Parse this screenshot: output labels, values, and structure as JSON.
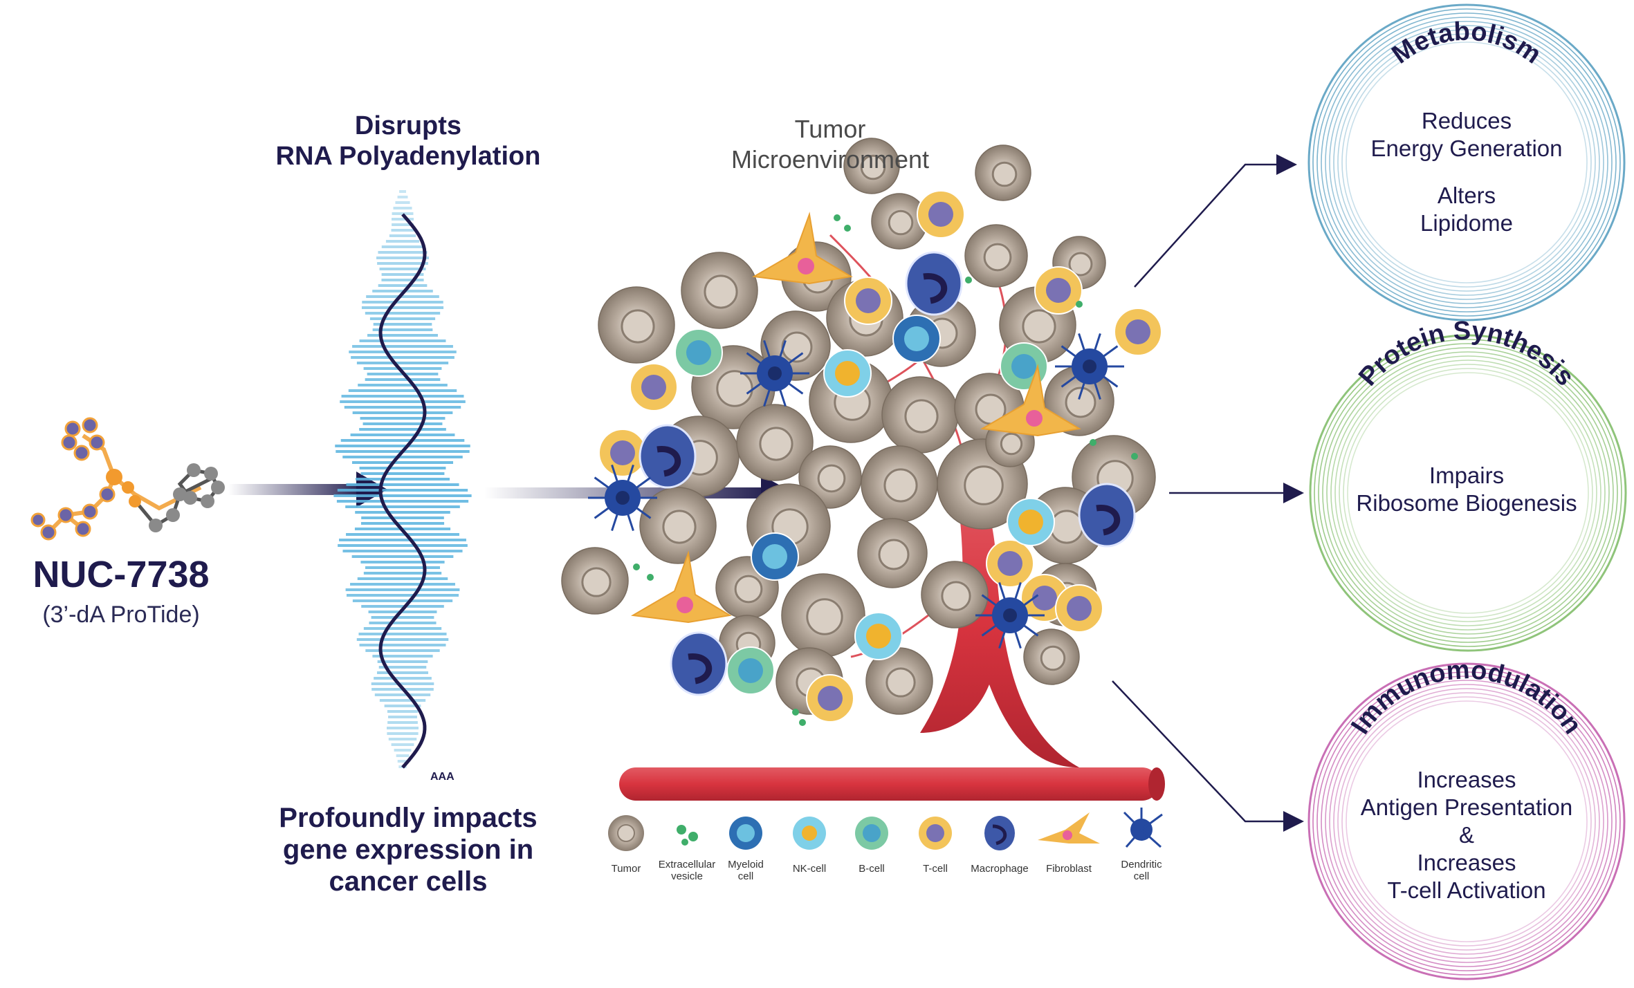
{
  "drug": {
    "name": "NUC-7738",
    "subtitle": "(3’-dA ProTide)"
  },
  "rna": {
    "title_line1": "Disrupts",
    "title_line2": "RNA Polyadenylation",
    "tail_label": "AAA"
  },
  "impact": {
    "line1": "Profoundly impacts",
    "line2": "gene expression in",
    "line3": "cancer cells"
  },
  "tme": {
    "title_line1": "Tumor",
    "title_line2": "Microenvironment"
  },
  "legend": [
    {
      "label1": "Tumor",
      "label2": ""
    },
    {
      "label1": "Extracellular",
      "label2": "vesicle"
    },
    {
      "label1": "Myeloid",
      "label2": "cell"
    },
    {
      "label1": "NK-cell",
      "label2": ""
    },
    {
      "label1": "B-cell",
      "label2": ""
    },
    {
      "label1": "T-cell",
      "label2": ""
    },
    {
      "label1": "Macrophage",
      "label2": ""
    },
    {
      "label1": "Fibroblast",
      "label2": ""
    },
    {
      "label1": "Dendritic",
      "label2": "cell"
    }
  ],
  "effects": [
    {
      "title": "Metabolism",
      "color": "#6aa9c7",
      "lines": [
        "Reduces",
        "Energy Generation",
        "",
        "Alters",
        "Lipidome"
      ]
    },
    {
      "title": "Protein Synthesis",
      "color": "#8fc47a",
      "lines": [
        "Impairs",
        "Ribosome Biogenesis"
      ]
    },
    {
      "title": "Immunomodulation",
      "color": "#c96fb5",
      "lines": [
        "Increases",
        "Antigen Presentation",
        "&",
        "Increases",
        "T-cell Activation"
      ]
    }
  ],
  "colors": {
    "navy": "#1f1b4d",
    "vessel": "#d8343f",
    "tumor_cell": "#a89a8c",
    "wave": "#5fb6e0"
  }
}
